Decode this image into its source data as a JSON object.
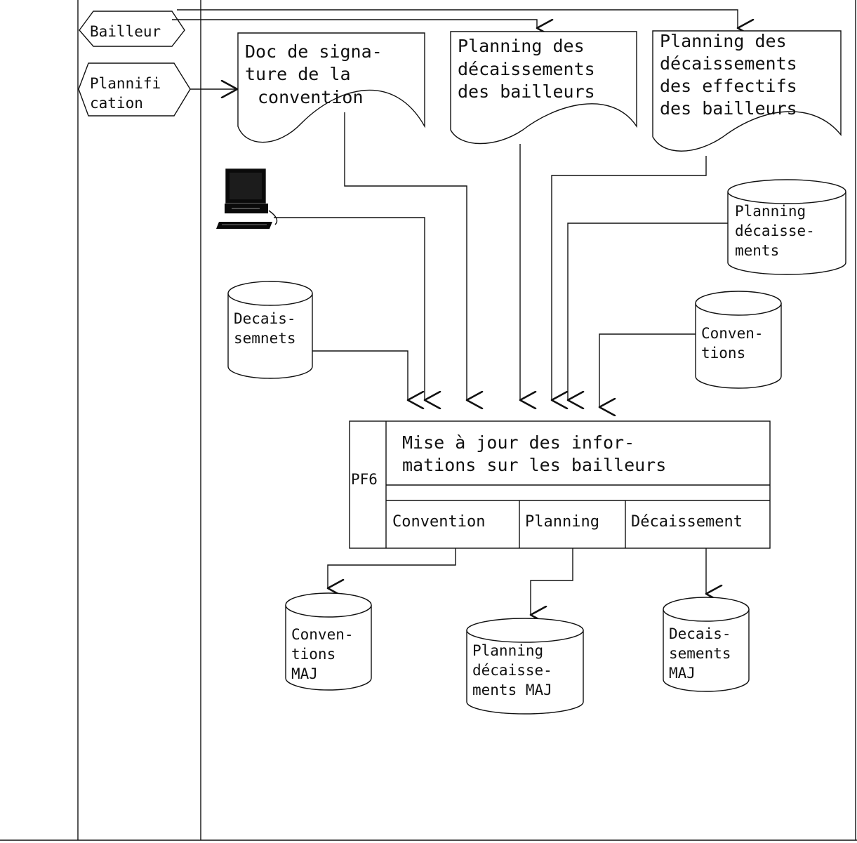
{
  "actors": {
    "bailleur": "Bailleur",
    "planification": [
      "Plannifi",
      "cation"
    ]
  },
  "documents": {
    "doc_signature": [
      "Doc de signa-",
      "ture de la",
      "convention"
    ],
    "planning_decaissements": [
      "Planning des",
      "décaissements",
      "des bailleurs"
    ],
    "planning_effectifs": [
      "Planning des",
      "décaissements",
      "des effectifs",
      "des bailleurs"
    ]
  },
  "stores_in": {
    "planning": [
      "Planning",
      "décaisse-",
      "ments"
    ],
    "decaissements": [
      "Decais-",
      "semnets"
    ],
    "conventions": [
      "Conven-",
      "tions"
    ]
  },
  "process": {
    "code": "PF6",
    "title": [
      "Mise à jour des infor-",
      "mations sur les bailleurs"
    ],
    "sub": [
      "Convention",
      "Planning",
      "Décaissement"
    ]
  },
  "stores_out": {
    "conventions": [
      "Conven-",
      "tions",
      "MAJ"
    ],
    "planning": [
      "Planning",
      "décaisse-",
      "ments MAJ"
    ],
    "decaissements": [
      "Decais-",
      "sements",
      "MAJ"
    ]
  },
  "colors": {
    "stroke": "#111111",
    "background": "#ffffff",
    "screen": "#0a0a0a"
  },
  "icons": {
    "terminal": "computer-terminal-icon"
  }
}
